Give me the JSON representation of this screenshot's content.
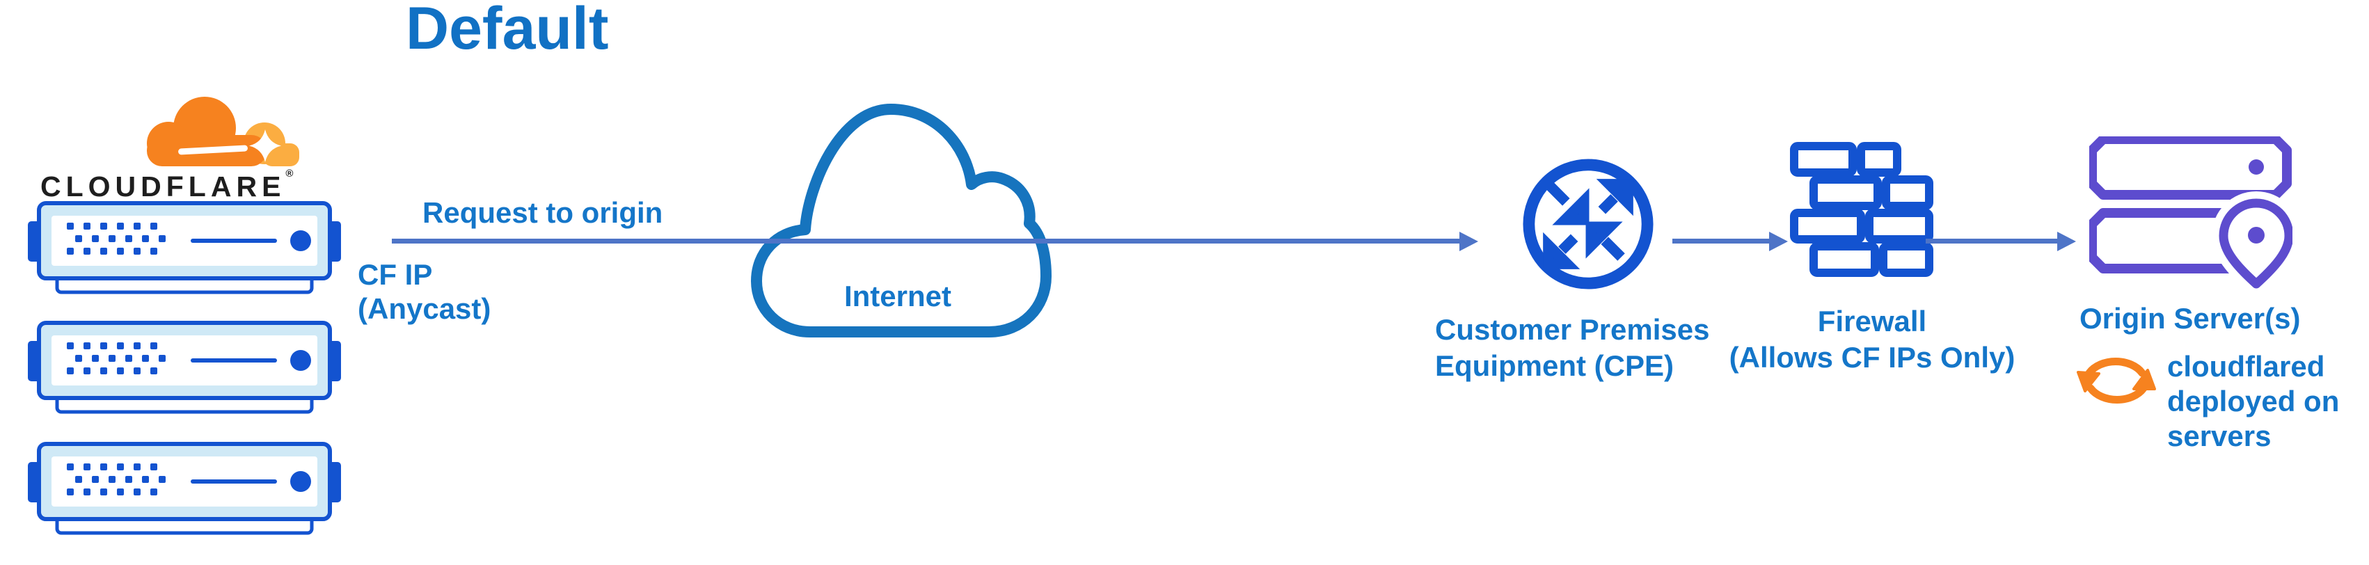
{
  "title": "Default",
  "brand": {
    "name": "CLOUDFLARE",
    "mark": "®"
  },
  "edge1": {
    "label": "Request to origin",
    "sublabel_line1": "CF IP",
    "sublabel_line2": "(Anycast)"
  },
  "internet": {
    "label": "Internet"
  },
  "cpe": {
    "label_line1": "Customer Premises",
    "label_line2": "Equipment (CPE)"
  },
  "firewall": {
    "label_line1": "Firewall",
    "label_line2": "(Allows CF IPs Only)"
  },
  "origin": {
    "label": "Origin Server(s)"
  },
  "cloudflared": {
    "label_line1": "cloudflared",
    "label_line2": "deployed on",
    "label_line3": "servers"
  },
  "colors": {
    "icon_blue": "#1353d0",
    "cloud_stroke": "#1674be",
    "text_blue": "#1476c9",
    "connector_blue": "#4e74c7",
    "server_trim": "#cfe9f6",
    "origin_purple": "#5d4cce",
    "brand_orange": "#f6821f",
    "brand_orange_light": "#fbad41",
    "brand_text": "#1e1e1e"
  }
}
